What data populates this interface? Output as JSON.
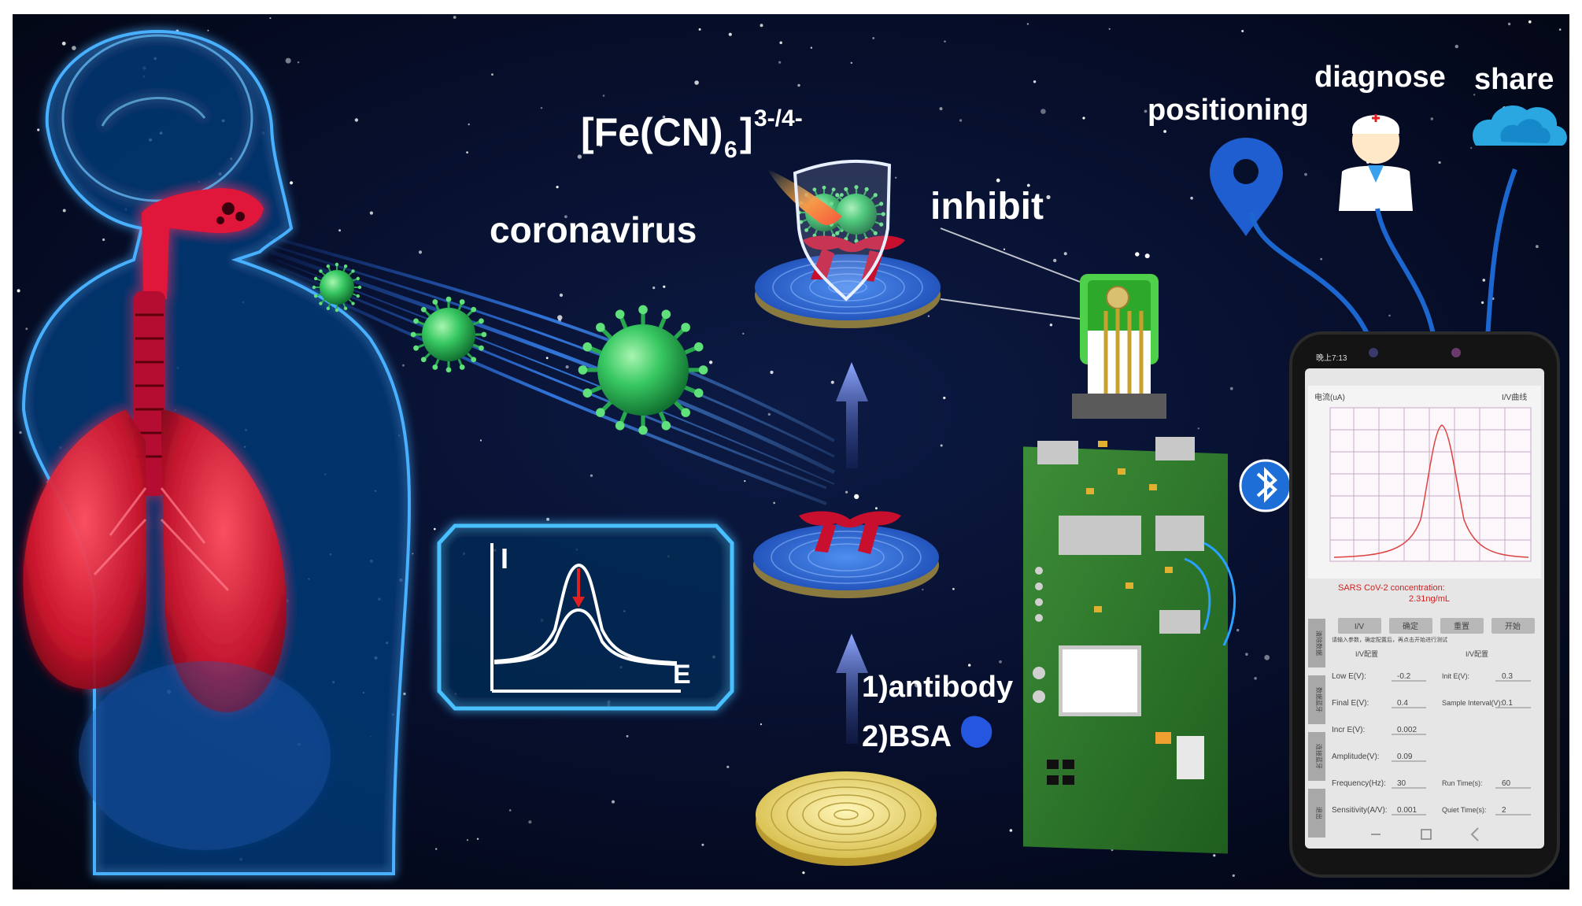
{
  "labels": {
    "fe_complex": "[Fe(CN)",
    "fe_sub": "6",
    "fe_bracket": "]",
    "fe_sup": "3-/4-",
    "inhibit": "inhibit",
    "coronavirus": "coronavirus",
    "positioning": "positioning",
    "diagnose": "diagnose",
    "share": "share",
    "step1": "1)antibody",
    "step2": "2)BSA",
    "axis_i": "I",
    "axis_e": "E"
  },
  "phone": {
    "status_time": "晚上7:13",
    "chart_top_left": "电流(uA)",
    "chart_top_right": "I/V曲线",
    "concentration_line1": "SARS CoV-2 concentration:",
    "concentration_line2": "2.31ng/mL",
    "buttons": [
      "I/V",
      "确定",
      "重置",
      "开始"
    ],
    "side_tabs": [
      "清除数据",
      "数据蓝牙",
      "连接蓝牙",
      "退出"
    ],
    "config_note": "请输入参数，确定配置后，再点击开始进行测试",
    "section_left": "I/V配置",
    "section_right": "I/V配置",
    "params": [
      {
        "label": "Low E(V):",
        "value": "-0.2",
        "label2": "Init E(V):",
        "value2": "0.3"
      },
      {
        "label": "Final E(V):",
        "value": "0.4",
        "label2": "Sample Interval(V):",
        "value2": "0.1"
      },
      {
        "label": "Incr E(V):",
        "value": "0.002",
        "label2": "",
        "value2": ""
      },
      {
        "label": "Amplitude(V):",
        "value": "0.09",
        "label2": "",
        "value2": ""
      },
      {
        "label": "Frequency(Hz):",
        "value": "30",
        "label2": "Run Time(s):",
        "value2": "60"
      },
      {
        "label": "Sensitivity(A/V):",
        "value": "0.001",
        "label2": "Quiet Time(s):",
        "value2": "2"
      }
    ]
  },
  "colors": {
    "space_bg": "#050a1e",
    "body_glow": "#2e8ff0",
    "lung": "#d21a30",
    "virus": "#31c460",
    "electrode_blue": "#2f6fd8",
    "antibody": "#c8102e",
    "pcb": "#2f7e2c",
    "gold": "#e8d870",
    "bluetooth": "#1e6ed8",
    "cloud": "#2aa6e0",
    "pin": "#1e5ed0"
  },
  "icons": [
    "location-pin-icon",
    "doctor-icon",
    "cloud-icon",
    "bluetooth-icon",
    "shield-icon",
    "arrow-up-icon"
  ]
}
